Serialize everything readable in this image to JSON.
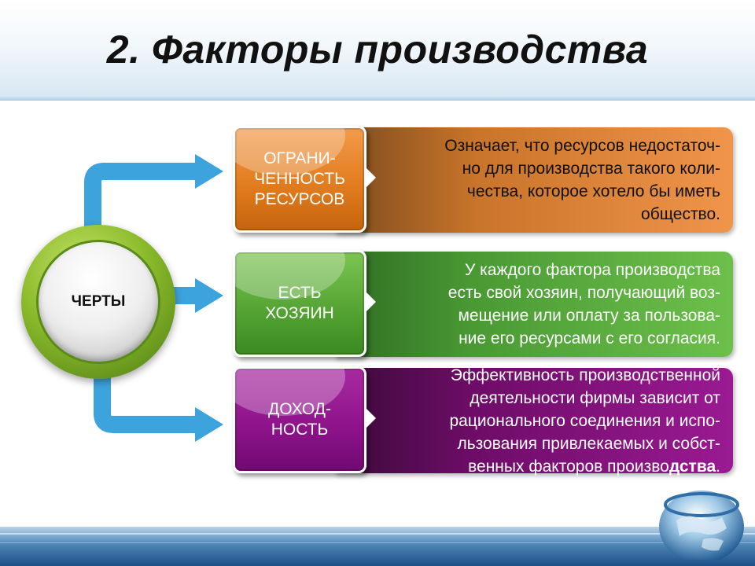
{
  "slide": {
    "title": "2. Факторы производства"
  },
  "center": {
    "label": "ЧЕРТЫ"
  },
  "rows": [
    {
      "label": "ОГРАНИ-\nЧЕННОСТЬ\nРЕСУРСОВ",
      "description": "Означает, что ресурсов недостаточ-\nно для производства такого коли-\nчества, которое хотело бы иметь\nобщество.",
      "color": "#e8822a"
    },
    {
      "label": "ЕСТЬ\nХОЗЯИН",
      "description": "У каждого фактора производства\nесть свой хозяин, получающий воз-\nмещение или оплату за пользова-\nние его ресурсами с его согласия.",
      "color": "#5aa832"
    },
    {
      "label": "ДОХОД-\nНОСТЬ",
      "description_main": "Эффективность производственной\nдеятельности фирмы зависит от\nрационального соединения и испо-\nльзования привлекаемых и собст-\nвенных факторов произво",
      "description_bold": "дства",
      "description_end": ".",
      "color": "#9a1a8e"
    }
  ],
  "colors": {
    "connector": "#3da3dd",
    "ring": "#8cbc2c",
    "orange_desc": "#e98c35",
    "green_desc": "#4ea43a",
    "purple_desc": "#8c0f86"
  },
  "icons": [
    "arrow-right-icon",
    "globe-icon"
  ]
}
